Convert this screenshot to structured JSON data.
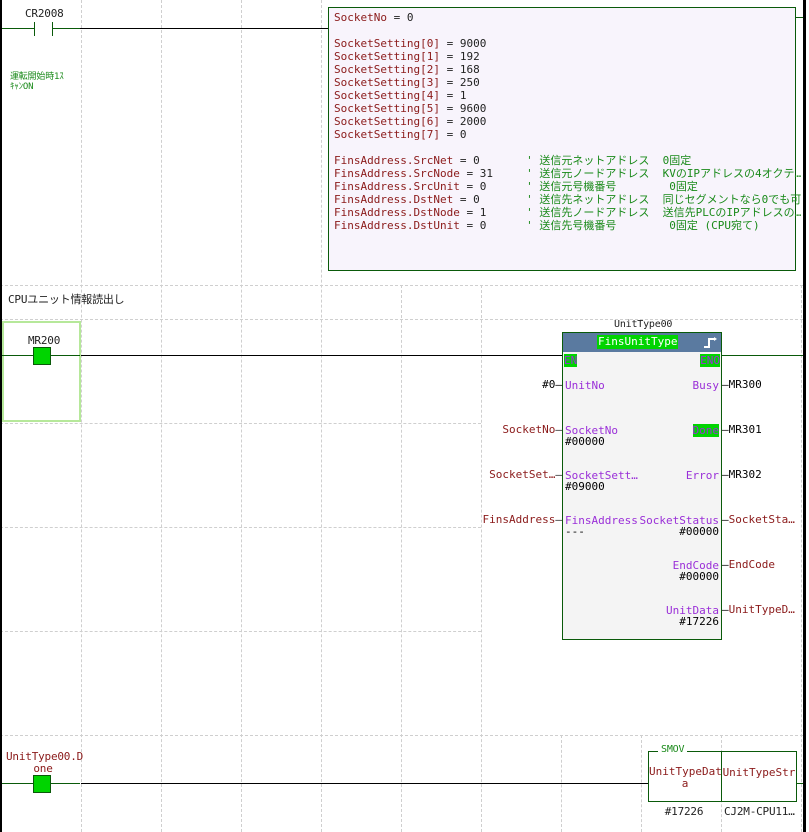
{
  "rung1": {
    "contact": {
      "device": "CR2008",
      "comment": "運転開始時1ｽｷｬﾝON",
      "comment_line1": "運転開始時1ｽ",
      "comment_line2": "ｷｬﾝON"
    },
    "script_box": {
      "lines": [
        {
          "var": "SocketNo",
          "val": " = 0",
          "comment": ""
        },
        {
          "var": "",
          "val": "",
          "comment": ""
        },
        {
          "var": "SocketSetting[0]",
          "val": " = 9000",
          "comment": ""
        },
        {
          "var": "SocketSetting[1]",
          "val": " = 192",
          "comment": ""
        },
        {
          "var": "SocketSetting[2]",
          "val": " = 168",
          "comment": ""
        },
        {
          "var": "SocketSetting[3]",
          "val": " = 250",
          "comment": ""
        },
        {
          "var": "SocketSetting[4]",
          "val": " = 1",
          "comment": ""
        },
        {
          "var": "SocketSetting[5]",
          "val": " = 9600",
          "comment": ""
        },
        {
          "var": "SocketSetting[6]",
          "val": " = 2000",
          "comment": ""
        },
        {
          "var": "SocketSetting[7]",
          "val": " = 0",
          "comment": ""
        },
        {
          "var": "",
          "val": "",
          "comment": ""
        },
        {
          "var": "FinsAddress.SrcNet",
          "val": " = 0       ",
          "comment": "' 送信元ネットアドレス  0固定"
        },
        {
          "var": "FinsAddress.SrcNode",
          "val": " = 31     ",
          "comment": "' 送信元ノードアドレス  KVのIPアドレスの4オクテ…"
        },
        {
          "var": "FinsAddress.SrcUnit",
          "val": " = 0      ",
          "comment": "' 送信元号機番号        0固定"
        },
        {
          "var": "FinsAddress.DstNet",
          "val": " = 0       ",
          "comment": "' 送信先ネットアドレス  同じセグメントなら0でも可"
        },
        {
          "var": "FinsAddress.DstNode",
          "val": " = 1      ",
          "comment": "' 送信先ノードアドレス  送信先PLCのIPアドレスの…"
        },
        {
          "var": "FinsAddress.DstUnit",
          "val": " = 0      ",
          "comment": "' 送信先号機番号        0固定 (CPU宛て)"
        }
      ]
    }
  },
  "rung2": {
    "comment": "CPUユニット情報読出し",
    "contact": {
      "device": "MR200",
      "state": "on"
    },
    "function_block": {
      "instance": "UnitType00",
      "name": "FinsUnitType",
      "icon": "rising-edge-icon",
      "en": "EN",
      "eno": "ENO",
      "inputs": [
        {
          "arg": "#0",
          "pin": "UnitNo",
          "value": ""
        },
        {
          "arg": "SocketNo",
          "pin": "SocketNo",
          "value": "#00000"
        },
        {
          "arg": "SocketSet…",
          "pin": "SocketSett…",
          "value": "#09000"
        },
        {
          "arg": "FinsAddress",
          "pin": "FinsAddress",
          "value": "---"
        }
      ],
      "outputs": [
        {
          "pin": "Busy",
          "dest": "MR300",
          "value": ""
        },
        {
          "pin": "Done",
          "dest": "MR301",
          "value": "",
          "active": true
        },
        {
          "pin": "Error",
          "dest": "MR302",
          "value": ""
        },
        {
          "pin": "SocketStatus",
          "dest": "SocketSta…",
          "value": "#00000"
        },
        {
          "pin": "EndCode",
          "dest": "EndCode",
          "value": "#00000"
        },
        {
          "pin": "UnitData",
          "dest": "UnitTypeD…",
          "value": "#17226"
        }
      ]
    }
  },
  "rung3": {
    "contact": {
      "device_line1": "UnitType00.D",
      "device_line2": "one",
      "state": "on"
    },
    "instruction": {
      "name": "SMOV",
      "src_line1": "UnitTypeDat",
      "src_line2": "a",
      "dst": "UnitTypeStr",
      "src_value": "#17226",
      "dst_value": "CJ2M-CPU11…"
    }
  }
}
